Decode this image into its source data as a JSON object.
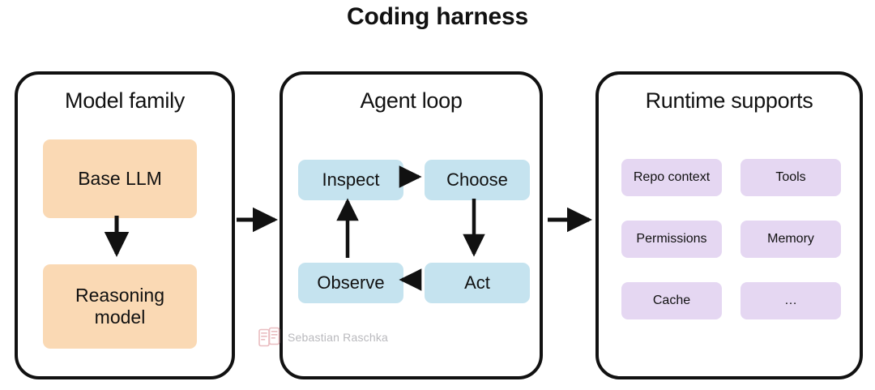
{
  "figure": {
    "title": "Coding harness",
    "watermark": {
      "text": "Sebastian Raschka",
      "logo_icon": "stacked-books-icon"
    },
    "colors": {
      "background": "#ffffff",
      "outline": "#111111",
      "model_family_box": "#FAD9B4",
      "agent_loop_box": "#C5E3EF",
      "runtime_box": "#E5D7F2",
      "watermark_text": "#b9b9bd",
      "watermark_logo": "#e8b8bc"
    }
  },
  "panels": [
    {
      "id": "model-family",
      "title": "Model family",
      "nodes": [
        {
          "label": "Base LLM"
        },
        {
          "label": "Reasoning\nmodel",
          "line1": "Reasoning",
          "line2": "model"
        }
      ],
      "arrows": [
        {
          "from": "Base LLM",
          "to": "Reasoning model",
          "direction": "down"
        }
      ]
    },
    {
      "id": "agent-loop",
      "title": "Agent loop",
      "nodes": [
        {
          "label": "Inspect"
        },
        {
          "label": "Choose"
        },
        {
          "label": "Observe"
        },
        {
          "label": "Act"
        }
      ],
      "arrows": [
        {
          "from": "Inspect",
          "to": "Choose",
          "direction": "right"
        },
        {
          "from": "Choose",
          "to": "Act",
          "direction": "down"
        },
        {
          "from": "Act",
          "to": "Observe",
          "direction": "left"
        },
        {
          "from": "Observe",
          "to": "Inspect",
          "direction": "up"
        }
      ]
    },
    {
      "id": "runtime-supports",
      "title": "Runtime supports",
      "nodes": [
        {
          "label": "Repo context"
        },
        {
          "label": "Tools"
        },
        {
          "label": "Permissions"
        },
        {
          "label": "Memory"
        },
        {
          "label": "Cache"
        },
        {
          "label": "…"
        }
      ],
      "arrows": []
    }
  ],
  "connectors": [
    {
      "from": "model-family",
      "to": "agent-loop",
      "direction": "right"
    },
    {
      "from": "agent-loop",
      "to": "runtime-supports",
      "direction": "right"
    }
  ]
}
